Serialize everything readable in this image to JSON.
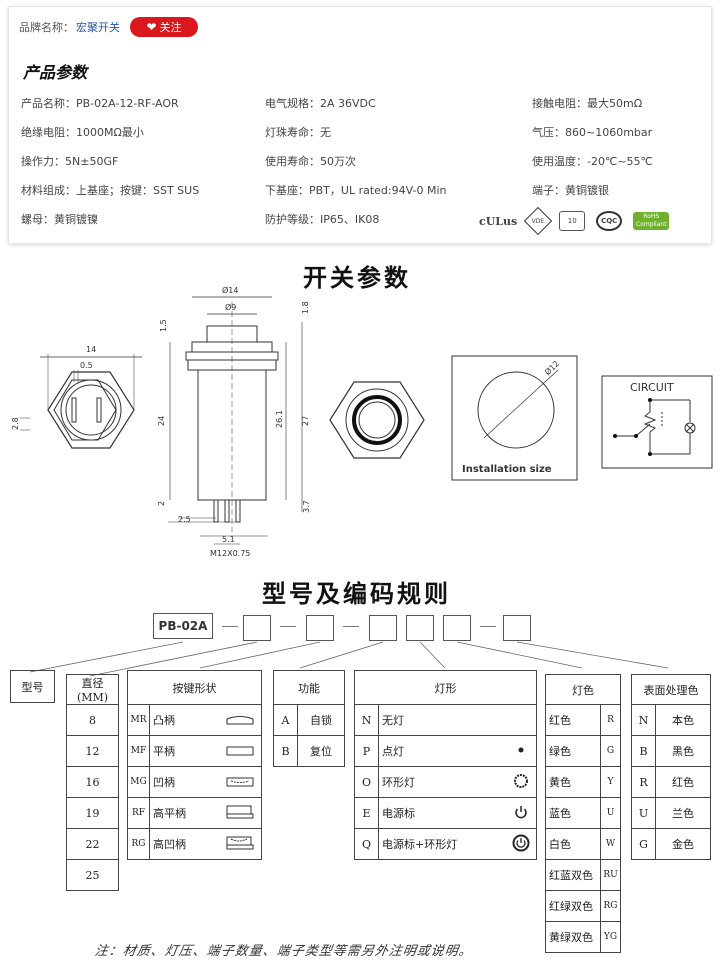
{
  "brand": {
    "label": "品牌名称：",
    "name": "宏聚开关",
    "follow_label": "关注"
  },
  "specs_title": "产品参数",
  "specs": [
    [
      "产品名称：PB-02A-12-RF-AOR",
      "电气规格：2A   36VDC",
      "接触电阻：最大50mΩ"
    ],
    [
      "绝缘电阻：1000MΩ最小",
      "灯珠寿命：无",
      "气压：860~1060mbar"
    ],
    [
      "操作力：5N±50GF",
      "使用寿命：50万次",
      "使用温度：-20℃~55℃"
    ],
    [
      "材料组成：上基座；按键：SST SUS",
      "下基座：PBT，UL rated:94V-0 Min",
      "端子：黄铜镀银"
    ],
    [
      "螺母：黄铜镀镍",
      "防护等级：IP65、IK08",
      ""
    ]
  ],
  "certs": {
    "ul": "cULus",
    "ten": "10",
    "cqc": "CQC",
    "rohs": "RoHS Compliant"
  },
  "switch_title": "开关参数",
  "dims": {
    "d14_top": "14",
    "d05": "0.5",
    "d28": "2.8",
    "phi14": "Ø14",
    "phi9": "Ø9",
    "d15": "1.5",
    "d18": "1.8",
    "d24": "24",
    "d261": "26.1",
    "d27": "27",
    "d2": "2",
    "d37": "3.7",
    "d25": "2.5",
    "d51": "5.1",
    "thread": "M12X0.75",
    "phi12": "Ø12",
    "install_label": "Installation size",
    "circuit_label": "CIRCUIT"
  },
  "coding_title": "型号及编码规则",
  "model_code": "PB-02A",
  "tables": {
    "type": {
      "header": "型号"
    },
    "diameter": {
      "header": "直径(MM)",
      "values": [
        "8",
        "12",
        "16",
        "19",
        "22",
        "25"
      ]
    },
    "button": {
      "header": "按键形状",
      "rows": [
        {
          "code": "MR",
          "name": "凸柄"
        },
        {
          "code": "MF",
          "name": "平柄"
        },
        {
          "code": "MG",
          "name": "凹柄"
        },
        {
          "code": "RF",
          "name": "高平柄"
        },
        {
          "code": "RG",
          "name": "高凹柄"
        }
      ]
    },
    "function": {
      "header": "功能",
      "rows": [
        {
          "code": "A",
          "name": "自锁"
        },
        {
          "code": "B",
          "name": "复位"
        }
      ]
    },
    "lamp": {
      "header": "灯形",
      "rows": [
        {
          "code": "N",
          "name": "无灯"
        },
        {
          "code": "P",
          "name": "点灯"
        },
        {
          "code": "O",
          "name": "环形灯"
        },
        {
          "code": "E",
          "name": "电源标"
        },
        {
          "code": "Q",
          "name": "电源标+环形灯"
        }
      ]
    },
    "color": {
      "header": "灯色",
      "rows": [
        {
          "name": "红色",
          "code": "R"
        },
        {
          "name": "绿色",
          "code": "G"
        },
        {
          "name": "黄色",
          "code": "Y"
        },
        {
          "name": "蓝色",
          "code": "U"
        },
        {
          "name": "白色",
          "code": "W"
        },
        {
          "name": "红蓝双色",
          "code": "RU"
        },
        {
          "name": "红绿双色",
          "code": "RG"
        },
        {
          "name": "黄绿双色",
          "code": "YG"
        }
      ]
    },
    "surface": {
      "header": "表面处理色",
      "rows": [
        {
          "code": "N",
          "name": "本色"
        },
        {
          "code": "B",
          "name": "黑色"
        },
        {
          "code": "R",
          "name": "红色"
        },
        {
          "code": "U",
          "name": "兰色"
        },
        {
          "code": "G",
          "name": "金色"
        }
      ]
    }
  },
  "footnote": "注：材质、灯压、端子数量、端子类型等需另外注明或说明。",
  "colors": {
    "accent": "#d9171d",
    "brand_link": "#2556a8"
  }
}
